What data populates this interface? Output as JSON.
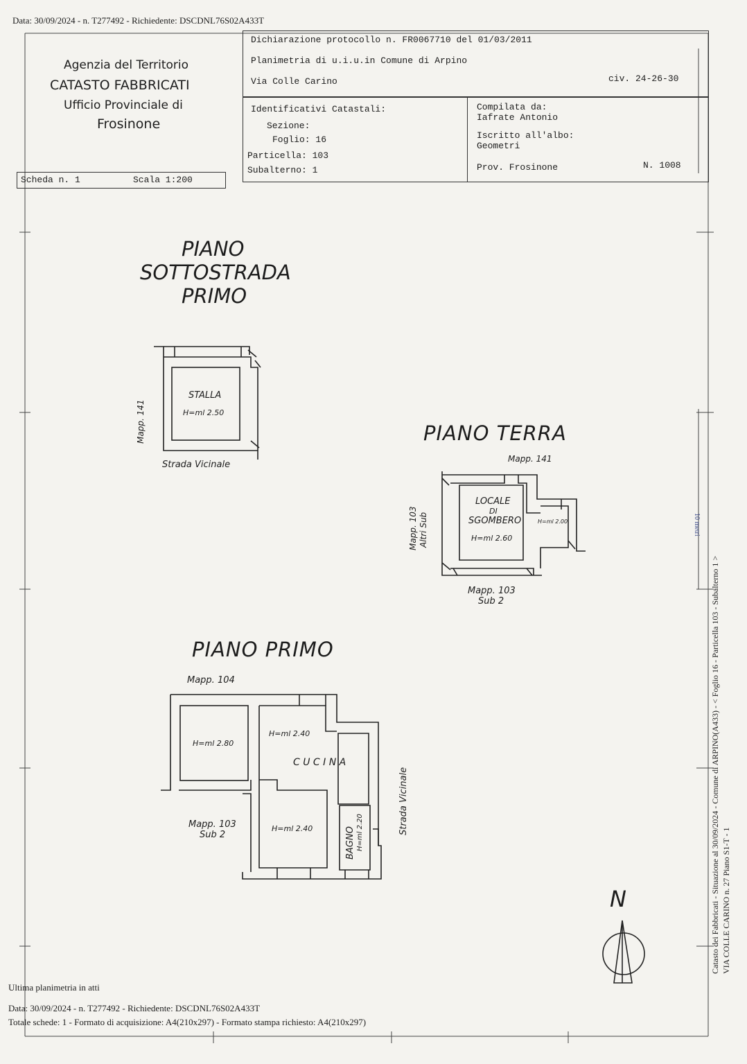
{
  "header_top": "Data: 30/09/2024 - n. T277492 - Richiedente: DSCDNL76S02A433T",
  "agency": {
    "line1": "Agenzia del Territorio",
    "line2": "CATASTO FABBRICATI",
    "line3": "Ufficio Provinciale di",
    "line4": "Frosinone"
  },
  "declaration": {
    "protocol": "Dichiarazione protocollo n. FR0067710 del 01/03/2011",
    "plan": "Planimetria di u.i.u.in Comune di Arpino",
    "address": "Via Colle Carino",
    "civic": "civ. 24-26-30"
  },
  "identifiers": {
    "title": "Identificativi Catastali:",
    "sezione": "Sezione:",
    "foglio": "Foglio: 16",
    "particella": "Particella: 103",
    "subalterno": "Subalterno: 1"
  },
  "compiler": {
    "label": "Compilata da:",
    "name": "Iafrate Antonio",
    "albo_label": "Iscritto all'albo:",
    "albo": "Geometri",
    "prov": "Prov. Frosinone",
    "number": "N. 1008"
  },
  "scheda": {
    "number": "Scheda n. 1",
    "scale": "Scala 1:200"
  },
  "floors": {
    "sottostrada_l1": "PIANO",
    "sottostrada_l2": "SOTTOSTRADA",
    "sottostrada_l3": "PRIMO",
    "terra": "PIANO TERRA",
    "primo": "PIANO PRIMO"
  },
  "plan_labels": {
    "stalla": "STALLA",
    "stalla_h": "H=ml 2.50",
    "mapp141_a": "Mapp. 141",
    "strada_vicinale_a": "Strada Vicinale",
    "mapp141_b": "Mapp. 141",
    "mapp103_altri_1": "Mapp. 103",
    "mapp103_altri_2": "Altri Sub",
    "locale1": "LOCALE",
    "locale2": "DI",
    "locale3": "SGOMBERO",
    "locale_h": "H=ml 2.60",
    "small_h": "H=ml 2.00",
    "mapp103_sub2_a1": "Mapp. 103",
    "mapp103_sub2_a2": "Sub 2",
    "mapp104": "Mapp. 104",
    "room_h280": "H=ml 2.80",
    "room_h240_a": "H=ml 2.40",
    "cucina": "C U C I N A",
    "room_h240_b": "H=ml 2.40",
    "bagno": "BAGNO",
    "bagno_h": "H=ml 2.20",
    "mapp103_sub2_b1": "Mapp. 103",
    "mapp103_sub2_b2": "Sub 2",
    "strada_vicinale_b": "Strada Vicinale"
  },
  "north": "N",
  "side_text_1": "Catasto dei Fabbricati - Situazione al 30/09/2024 - Comune di ARPINO(A433) - < Foglio 16 - Particella 103 - Subalterno 1 >",
  "side_text_2": "VIA COLLE CARINO n. 27 Piano S1-T - 1",
  "side_stamp": "10 metri",
  "footer": {
    "last": "Ultima planimetria in atti",
    "data": "Data: 30/09/2024 - n. T277492 - Richiedente: DSCDNL76S02A433T",
    "totale": "Totale schede: 1 - Formato di acquisizione: A4(210x297) - Formato stampa richiesto: A4(210x297)"
  }
}
